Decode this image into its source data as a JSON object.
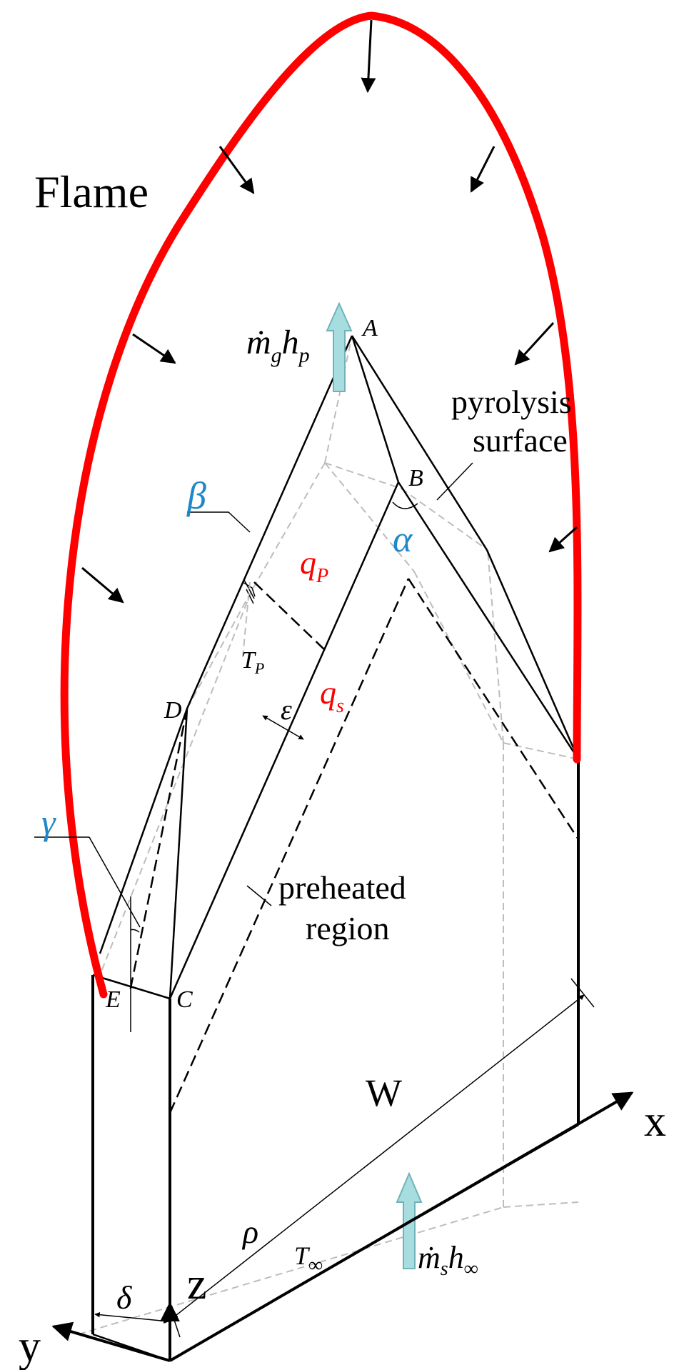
{
  "labels": {
    "flame": "Flame",
    "pyrolysis_1": "pyrolysis",
    "pyrolysis_2": "surface",
    "preheated_1": "preheated",
    "preheated_2": "region",
    "A": "A",
    "B": "B",
    "C": "C",
    "D": "D",
    "E": "E",
    "alpha": "α",
    "beta": "β",
    "gamma": "γ",
    "epsilon": "ε",
    "delta": "δ",
    "rho": "ρ",
    "q": "q",
    "qP_sub": "P",
    "qs_sub": "s",
    "T": "T",
    "TP_sub": "P",
    "Tinf_sub": "∞",
    "W": "W",
    "x_axis": "x",
    "y_axis": "y",
    "z_axis": "z",
    "mg_m": "ṁ",
    "mg_sub": "g",
    "mg_h": "h",
    "mg_hsub": "p",
    "ms_m": "ṁ",
    "ms_sub": "s",
    "ms_h": "h",
    "ms_hsub": "∞"
  },
  "colors": {
    "flame": "#ff0000",
    "greek_accent": "#1e88c8",
    "heat_flux": "#ff0000",
    "mass_flux_arrow": "#a8dde0",
    "mass_flux_arrow_stroke": "#6fb3b8"
  },
  "icons": {
    "flame_heat_arrows": "arrow-icon",
    "mass_flux": "up-arrow-icon"
  }
}
